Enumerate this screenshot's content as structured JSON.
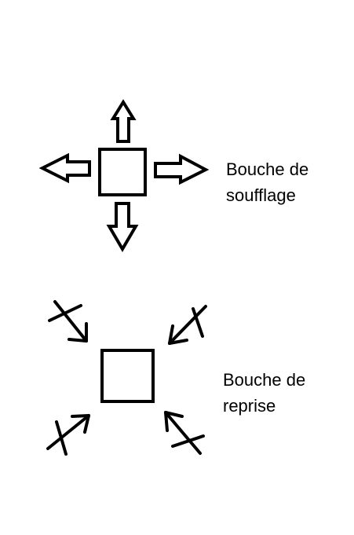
{
  "supply_vent": {
    "label_line1": "Bouche de",
    "label_line2": "soufflage"
  },
  "return_vent": {
    "label_line1": "Bouche de",
    "label_line2": "reprise"
  },
  "colors": {
    "stroke": "#000000",
    "background": "#ffffff"
  }
}
